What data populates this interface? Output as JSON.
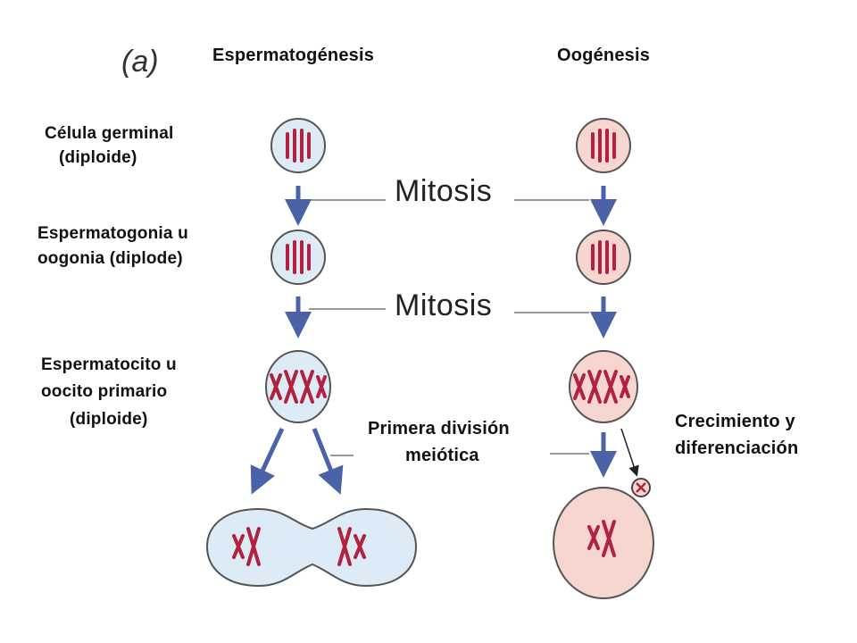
{
  "panel_label": "(a)",
  "columns": {
    "left": "Espermatogénesis",
    "right": "Oogénesis"
  },
  "stages": {
    "germ_cell": [
      "Célula germinal",
      "(diploide)"
    ],
    "gonia": [
      "Espermatogonia u",
      "oogonia (diplode)"
    ],
    "primary": [
      "Espermatocito u",
      "oocito primario",
      "(diploide)"
    ]
  },
  "processes": {
    "mitosis_1": "Mitosis",
    "mitosis_2": "Mitosis",
    "meiosis_1": [
      "Primera división",
      "meiótica"
    ],
    "growth": [
      "Crecimiento y",
      "diferenciación"
    ]
  },
  "colors": {
    "sperm_cell_fill": "#dcebf5",
    "egg_cell_fill": "#f7d6cf",
    "chromosome": "#b0223f",
    "arrow": "#4a63a8",
    "line": "#777777"
  }
}
